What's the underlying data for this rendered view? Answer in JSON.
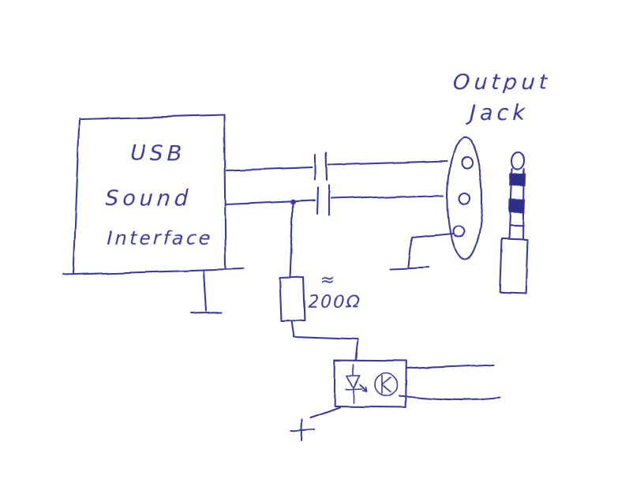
{
  "page": {
    "background_color": "#ffffff",
    "ink_color": "#3b3aa6",
    "description_visible_text_only": true
  },
  "usb_box": {
    "line1": "USB",
    "line2": "Sound",
    "line3": "Interface"
  },
  "output_jack": {
    "line1": "Output",
    "line2": "Jack"
  },
  "resistor": {
    "approx_symbol": "≈",
    "value": "200Ω"
  }
}
